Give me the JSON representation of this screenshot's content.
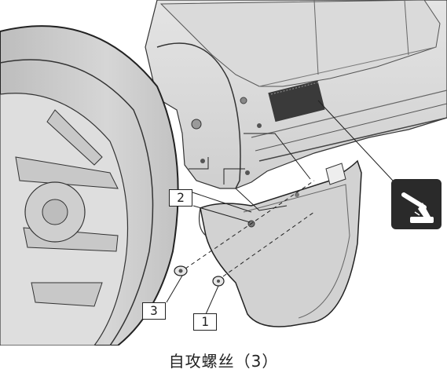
{
  "callouts": {
    "c1": "1",
    "c2": "2",
    "c3": "3"
  },
  "caption": "自攻螺丝（3）",
  "icons": {
    "application_symbol": "grease-brush-icon"
  }
}
